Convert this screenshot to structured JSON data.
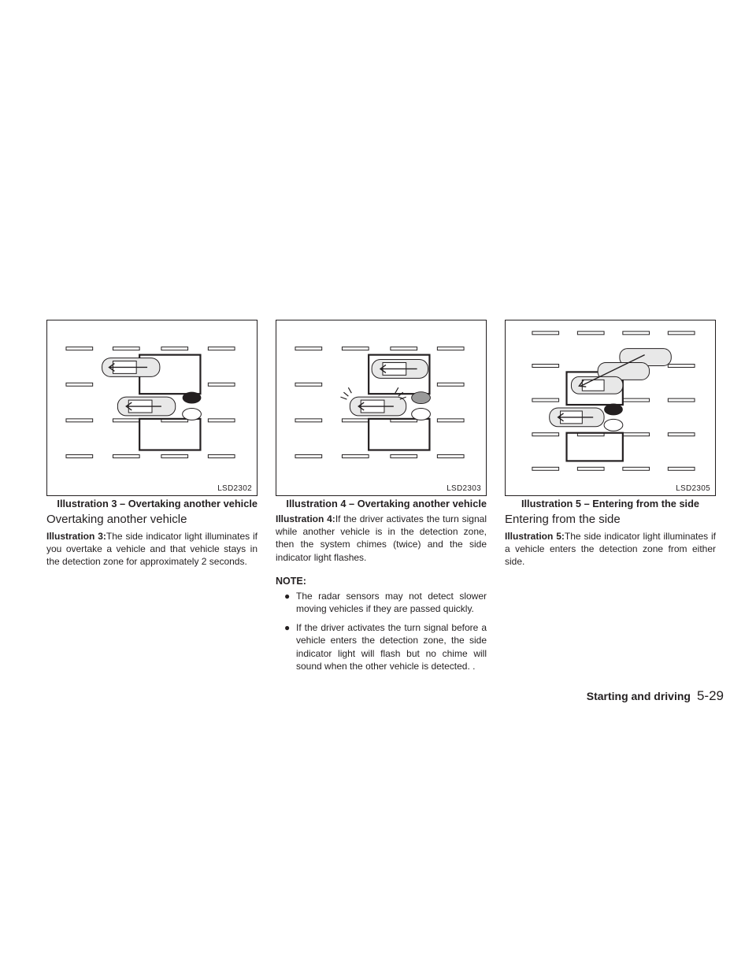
{
  "figures": [
    {
      "code": "LSD2302",
      "caption": "Illustration 3 – Overtaking another vehicle"
    },
    {
      "code": "LSD2303",
      "caption": "Illustration 4 – Overtaking another vehicle"
    },
    {
      "code": "LSD2305",
      "caption": "Illustration 5 – Entering from the side"
    }
  ],
  "col1": {
    "heading": "Overtaking another vehicle",
    "lead": "Illustration 3:",
    "text": "The side indicator light illuminates if you overtake a vehicle and that vehicle stays in the detection zone for approximately 2 seconds."
  },
  "col2": {
    "lead": "Illustration 4:",
    "text": "If the driver activates the turn signal while another vehicle is in the detection zone, then the system chimes (twice) and the side indicator light flashes.",
    "note_heading": "NOTE:",
    "bullet_glyph": "●",
    "notes": [
      "The radar sensors may not detect slower moving vehicles if they are passed quickly.",
      "If the driver activates the turn signal before a vehicle enters the detection zone, the side indicator light will flash but no chime will sound when the other vehicle is detected. ."
    ]
  },
  "col3": {
    "heading": "Entering from the side",
    "lead": "Illustration 5:",
    "text": "The side indicator light illuminates if a vehicle enters the detection zone from either side."
  },
  "footer": {
    "section": "Starting and driving",
    "page": "5-29"
  }
}
